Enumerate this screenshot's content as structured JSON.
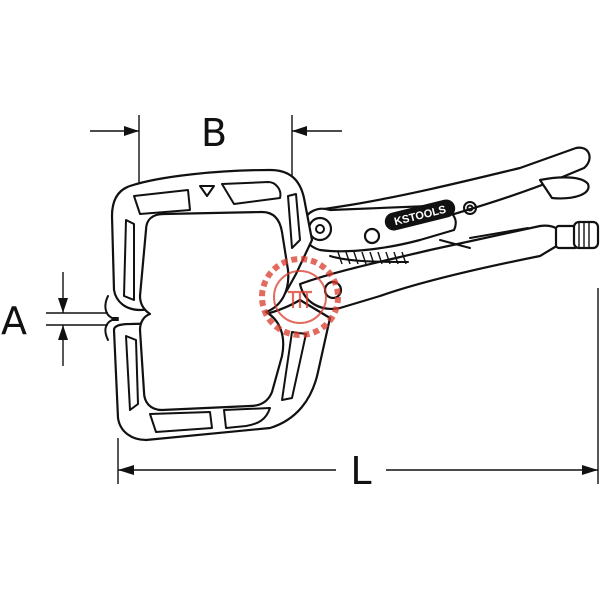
{
  "dimensions": {
    "a": "A",
    "b": "B",
    "l": "L"
  },
  "brand": {
    "logo_text": "KSTOOLS"
  },
  "colors": {
    "line": "#111111",
    "background": "#ffffff",
    "watermark": "#d93a2b"
  },
  "icons": {
    "watermark": "gear-watermark-icon"
  }
}
